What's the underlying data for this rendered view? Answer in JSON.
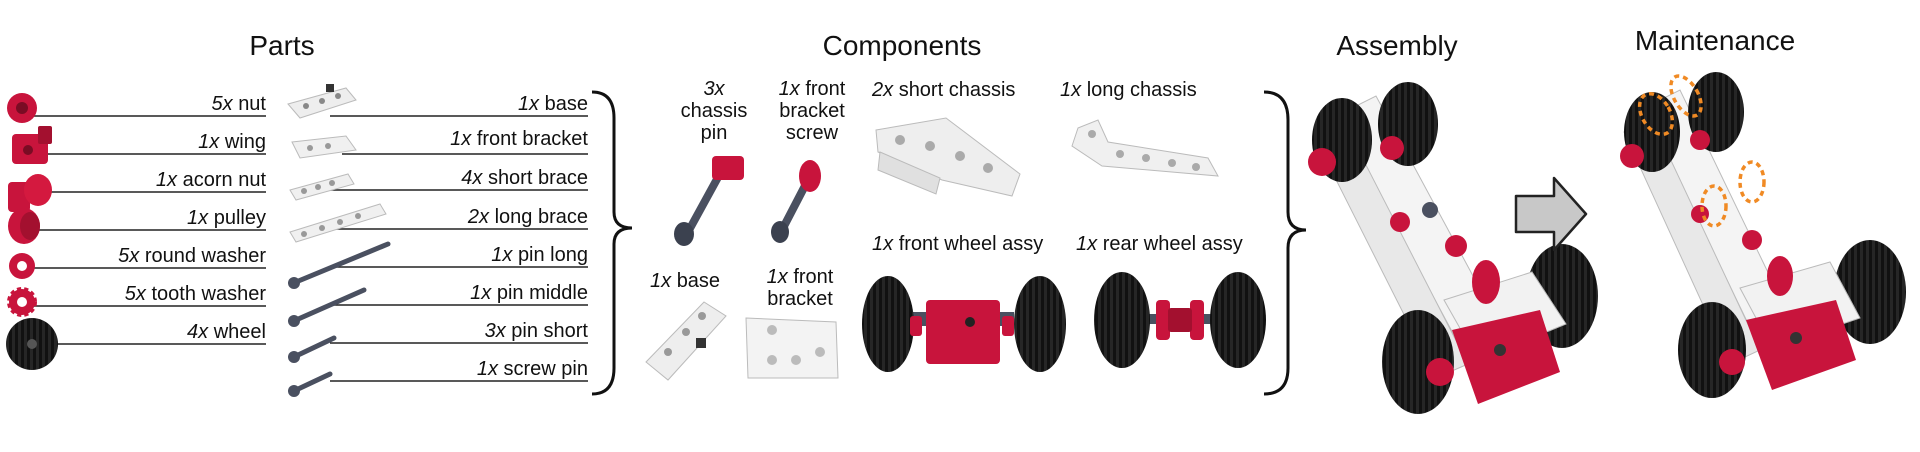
{
  "sections": {
    "parts": "Parts",
    "components": "Components",
    "assembly": "Assembly",
    "maintenance": "Maintenance"
  },
  "parts_left": [
    {
      "qty": "5x",
      "name": "nut"
    },
    {
      "qty": "1x",
      "name": "wing"
    },
    {
      "qty": "1x",
      "name": "acorn nut"
    },
    {
      "qty": "1x",
      "name": "pulley"
    },
    {
      "qty": "5x",
      "name": "round washer"
    },
    {
      "qty": "5x",
      "name": "tooth washer"
    },
    {
      "qty": "4x",
      "name": "wheel"
    }
  ],
  "parts_right": [
    {
      "qty": "1x",
      "name": "base"
    },
    {
      "qty": "1x",
      "name": "front bracket"
    },
    {
      "qty": "4x",
      "name": "short brace"
    },
    {
      "qty": "2x",
      "name": "long brace"
    },
    {
      "qty": "1x",
      "name": "pin long"
    },
    {
      "qty": "1x",
      "name": "pin middle"
    },
    {
      "qty": "3x",
      "name": "pin short"
    },
    {
      "qty": "1x",
      "name": "screw pin"
    }
  ],
  "components": [
    {
      "qty": "3x",
      "name_lines": [
        "chassis",
        "pin"
      ]
    },
    {
      "qty": "1x",
      "name_lines": [
        "front",
        "bracket",
        "screw"
      ]
    },
    {
      "qty": "2x",
      "name_lines": [
        "short chassis"
      ]
    },
    {
      "qty": "1x",
      "name_lines": [
        "long chassis"
      ]
    },
    {
      "qty": "1x",
      "name_lines": [
        "base"
      ]
    },
    {
      "qty": "1x",
      "name_lines": [
        "front",
        "bracket"
      ]
    },
    {
      "qty": "1x",
      "name_lines": [
        "front wheel assy"
      ]
    },
    {
      "qty": "1x",
      "name_lines": [
        "rear wheel assy"
      ]
    }
  ],
  "colors": {
    "accent_red": "#c8143c",
    "pin_gray": "#4a5060",
    "part_white": "#f2f2f2",
    "wheel_black": "#111111",
    "highlight_orange": "#f08a24",
    "arrow_gray": "#c8c8c8"
  }
}
